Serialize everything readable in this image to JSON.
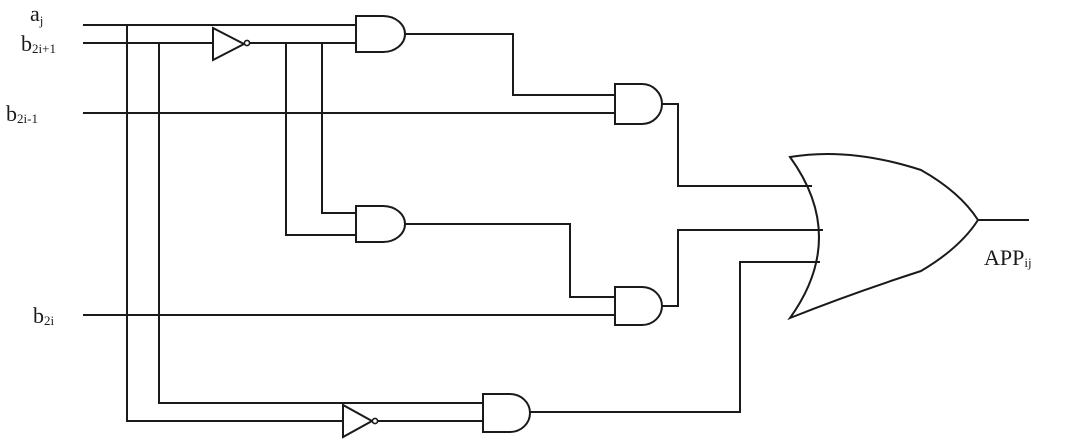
{
  "labels": {
    "a_j": {
      "base": "a",
      "sub": "j"
    },
    "b_2i_plus_1": {
      "base": "b",
      "sub": "2i+1"
    },
    "b_2i_minus_1": {
      "base": "b",
      "sub": "2i-1"
    },
    "b_2i": {
      "base": "b",
      "sub": "2i"
    },
    "app_ij": {
      "base": "APP",
      "sub": "ij"
    }
  },
  "gates": [
    {
      "id": "and-1",
      "type": "and"
    },
    {
      "id": "and-2",
      "type": "and"
    },
    {
      "id": "and-3",
      "type": "and"
    },
    {
      "id": "and-4",
      "type": "and"
    },
    {
      "id": "and-5",
      "type": "and"
    },
    {
      "id": "not-1",
      "type": "not"
    },
    {
      "id": "not-2",
      "type": "not"
    },
    {
      "id": "or-1",
      "type": "or"
    }
  ]
}
